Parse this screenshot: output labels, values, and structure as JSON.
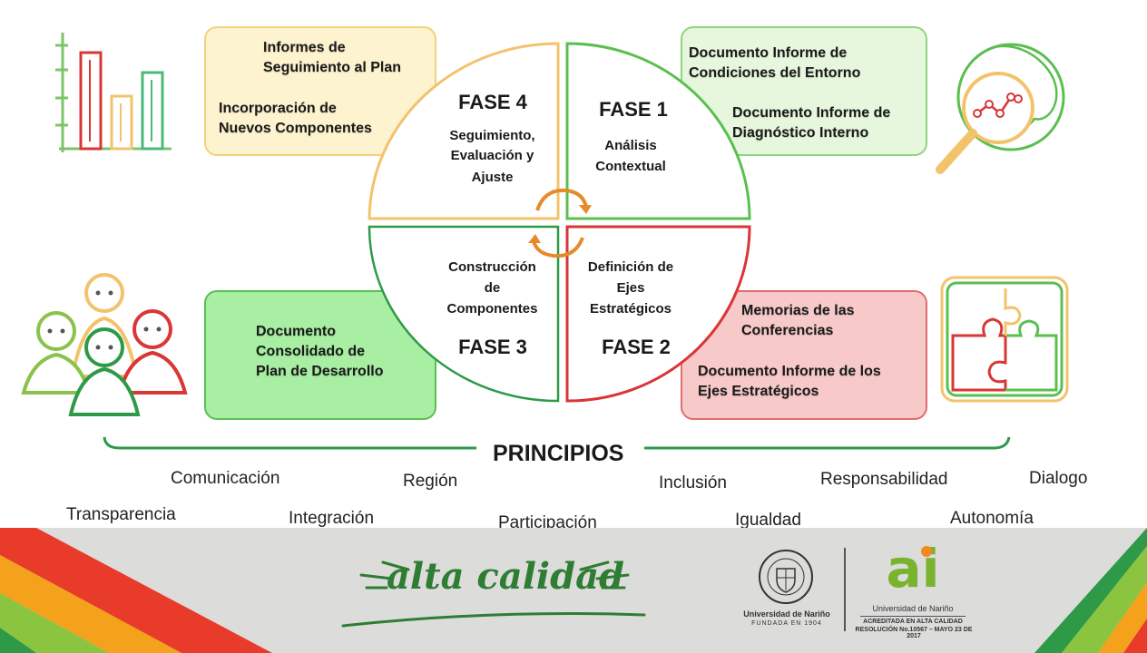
{
  "colors": {
    "yellow": "#f2c36b",
    "green": "#5bbf50",
    "red": "#d93636",
    "dark_green": "#2e9a48",
    "orange": "#e58b2c"
  },
  "phases": [
    {
      "title": "FASE 4",
      "desc": "Seguimiento, Evaluación y Ajuste"
    },
    {
      "title": "FASE 1",
      "desc": "Análisis Contextual"
    },
    {
      "title": "FASE 3",
      "desc": "Construcción de Componentes"
    },
    {
      "title": "FASE 2",
      "desc": "Definición de Ejes Estratégicos"
    }
  ],
  "phase_desc_lines": {
    "f4": [
      "Seguimiento,",
      "Evaluación y",
      "Ajuste"
    ],
    "f1": [
      "Análisis",
      "Contextual"
    ],
    "f3": [
      "Construcción",
      "de",
      "Componentes"
    ],
    "f2": [
      "Definición de",
      "Ejes",
      "Estratégicos"
    ]
  },
  "boxes": {
    "yellow": [
      "Informes de",
      "Seguimiento al Plan",
      "Incorporación de",
      "Nuevos Componentes"
    ],
    "green_top": [
      "Documento Informe de",
      "Condiciones del Entorno",
      "Documento Informe de",
      "Diagnóstico Interno"
    ],
    "green_bottom": [
      "Documento",
      "Consolidado de",
      "Plan de Desarrollo"
    ],
    "red": [
      "Memorias de las",
      "Conferencias",
      "Documento Informe de los",
      "Ejes Estratégicos"
    ]
  },
  "principios": {
    "title": "PRINCIPIOS",
    "items": [
      "Comunicación",
      "Región",
      "Inclusión",
      "Responsabilidad",
      "Dialogo",
      "Transparencia",
      "Integración",
      "Participación",
      "Igualdad",
      "Autonomía"
    ]
  },
  "footer": {
    "slogan": "alta calidad",
    "university": "Universidad de Nariño",
    "founded": "FUNDADA EN 1904",
    "logo_letters": "ai",
    "acc_university": "Universidad de Nariño",
    "accreditation": "ACREDITADA EN ALTA CALIDAD",
    "resolution": "RESOLUCIÓN No.10567 – MAYO 23 DE 2017"
  }
}
